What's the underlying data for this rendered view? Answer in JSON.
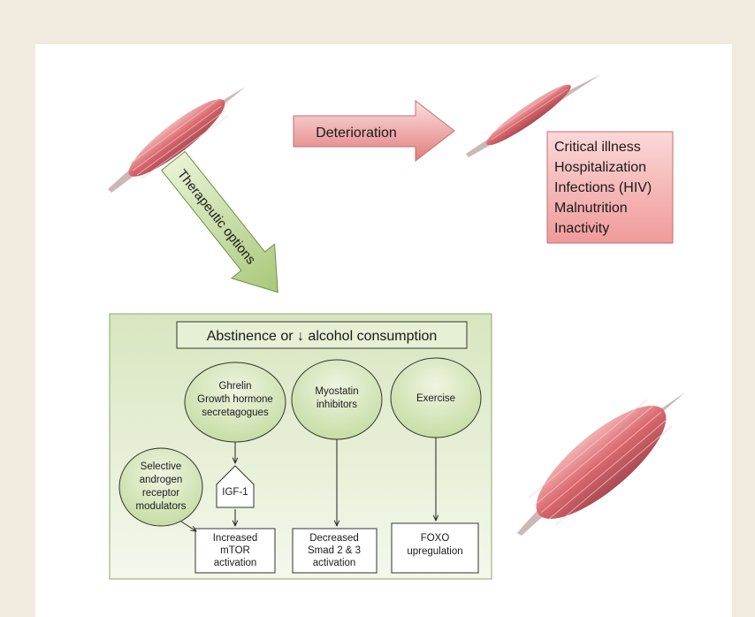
{
  "deterioration_label": "Deterioration",
  "therapeutic_label": "Therapeutic options",
  "risk_factors": [
    "Critical illness",
    "Hospitalization",
    "Infections (HIV)",
    "Malnutrition",
    "Inactivity"
  ],
  "abstinence_label": "Abstinence or ↓ alcohol consumption",
  "ghrelin_lines": [
    "Ghrelin",
    "Growth hormone",
    "secretagogues"
  ],
  "myostatin_lines": [
    "Myostatin",
    "inhibitors"
  ],
  "exercise_label": "Exercise",
  "sarm_lines": [
    "Selective",
    "androgen",
    "receptor",
    "modulators"
  ],
  "igf_label": "IGF-1",
  "mtor_lines": [
    "Increased",
    "mTOR",
    "activation"
  ],
  "smad_lines": [
    "Decreased",
    "Smad 2 & 3",
    "activation"
  ],
  "foxo_lines": [
    "FOXO",
    "upregulation"
  ],
  "colors": {
    "background": "#f0ebde",
    "panel": "#ffffff",
    "muscle": "#d9767a",
    "pink_box": "#f0a8a8",
    "green_box": "#e3edcf",
    "node_fill": "#d2e3b3"
  }
}
